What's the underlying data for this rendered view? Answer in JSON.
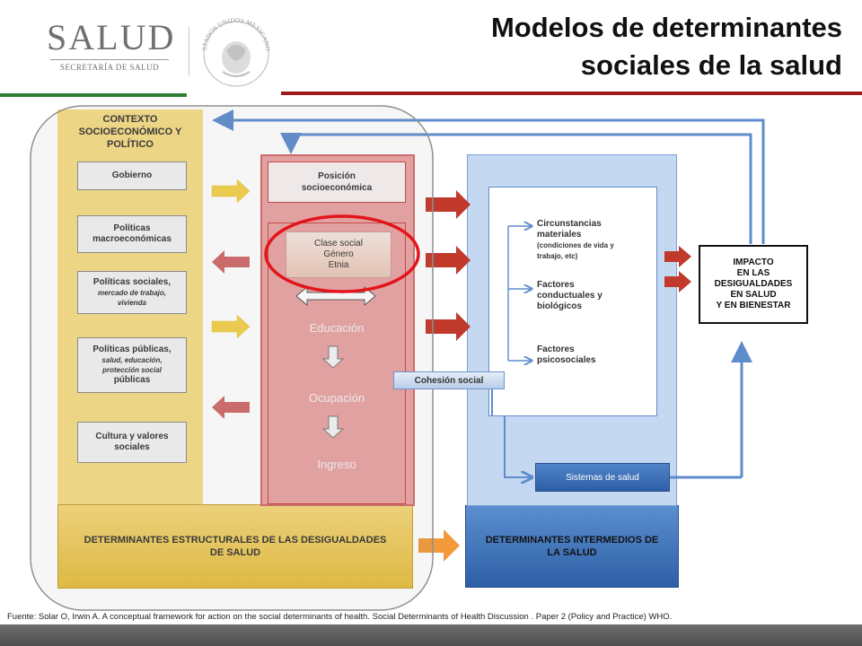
{
  "header": {
    "logo_main": "SALUD",
    "logo_sub": "SECRETARÍA DE SALUD",
    "seal_text": "ESTADOS UNIDOS MEXICANOS",
    "title_line1": "Modelos de determinantes",
    "title_line2": "sociales de la salud"
  },
  "context": {
    "title_line1": "CONTEXTO",
    "title_line2": "SOCIOECONÓMICO Y",
    "title_line3": "POLÍTICO",
    "gobierno": "Gobierno",
    "politicas_macro_1": "Políticas",
    "politicas_macro_2": "macroeconómicas",
    "politicas_sociales_1": "Políticas sociales,",
    "politicas_sociales_2": "mercado de trabajo,",
    "politicas_sociales_3": "vivienda",
    "politicas_publicas_1": "Políticas públicas,",
    "politicas_publicas_2": "salud, educación,",
    "politicas_publicas_3": "protección social",
    "politicas_publicas_4": "públicas",
    "cultura_1": "Cultura y valores",
    "cultura_2": "sociales"
  },
  "position": {
    "title_line1": "Posición",
    "title_line2": "socioeconómica",
    "clase": "Clase social",
    "genero": "Género",
    "etnia": "Etnia",
    "educacion": "Educación",
    "ocupacion": "Ocupación",
    "ingreso": "Ingreso"
  },
  "intermediate": {
    "circ_1": "Circunstancias",
    "circ_2": "materiales",
    "circ_3": "(condiciones de vida y",
    "circ_4": "trabajo, etc)",
    "fact_1": "Factores",
    "fact_2": "conductuales y",
    "fact_3": "biológicos",
    "psico_1": "Factores",
    "psico_2": "psicosociales",
    "cohesion": "Cohesión social",
    "sistemas": "Sistemas de salud"
  },
  "impact": {
    "line1": "IMPACTO",
    "line2": "EN LAS",
    "line3": "DESIGUALDADES",
    "line4": "EN SALUD",
    "line5": "Y EN  BIENESTAR"
  },
  "bottom": {
    "structural_1": "DETERMINANTES ESTRUCTURALES DE LAS DESIGUALDADES",
    "structural_2": "DE SALUD",
    "intermediate_1": "DETERMINANTES INTERMEDIOS DE",
    "intermediate_2": "LA SALUD"
  },
  "footer": {
    "source": "Fuente: Solar O, Irwin A. A conceptual framework for action on the social determinants of health. Social Determinants of Health Discussion . Paper 2 (Policy and Practice) WHO."
  },
  "colors": {
    "green_bar": "#2e7d32",
    "red_bar": "#9e1b1b",
    "context_yellow": "#f6dc86",
    "position_red": "#e9a3a3",
    "intermediate_blue": "#c4d8f1",
    "highlight_ellipse": "#e4141b",
    "arrow_red": "#c0392b",
    "arrow_yellow": "#f2d04a",
    "arrow_orange": "#f29a3a",
    "arrow_blue": "#5f8ccc"
  }
}
